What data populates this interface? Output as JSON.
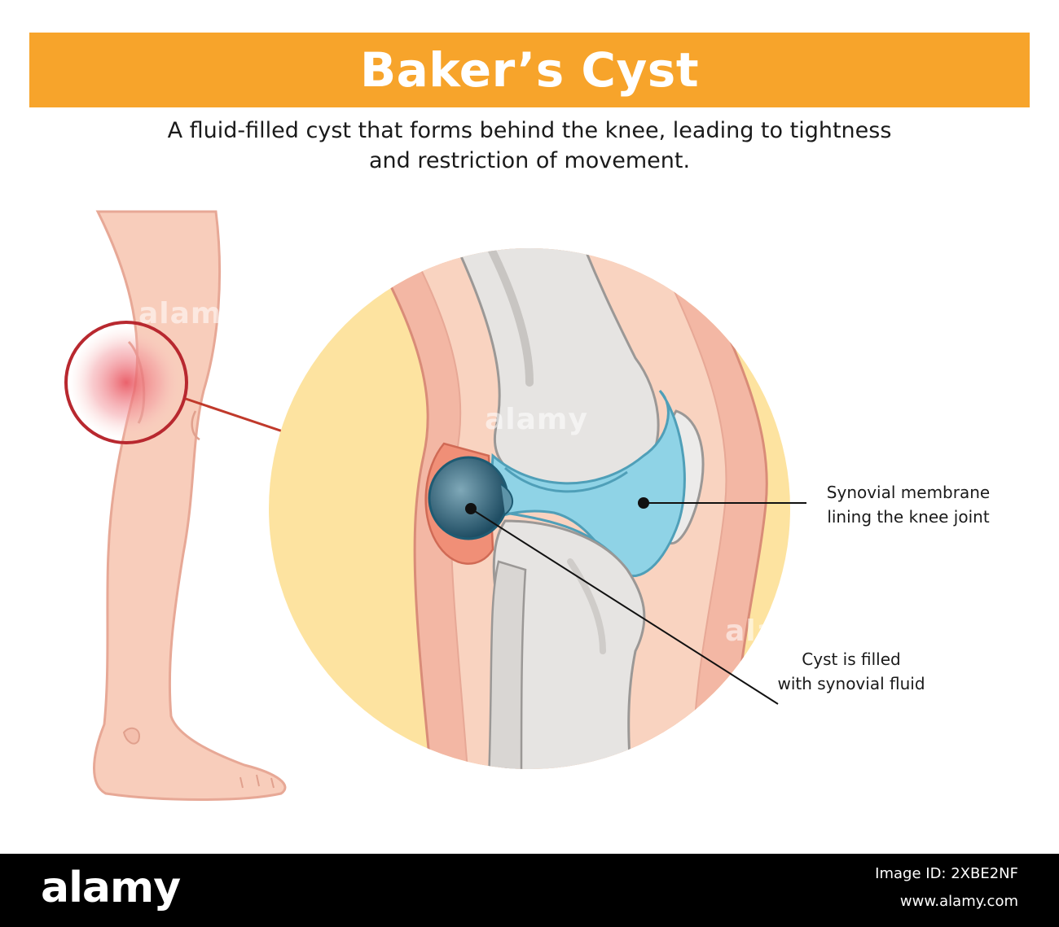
{
  "header": {
    "title": "Baker’s Cyst",
    "subtitle_line1": "A fluid-filled cyst that forms behind the knee, leading to tightness",
    "subtitle_line2": "and restriction of movement."
  },
  "labels": {
    "synovial_line1": "Synovial membrane",
    "synovial_line2": "lining the knee joint",
    "cyst_line1": "Cyst is filled",
    "cyst_line2": "with synovial fluid"
  },
  "watermarks": [
    "alamy",
    "alamy",
    "alamy"
  ],
  "footer": {
    "logo": "alamy",
    "image_id": "Image ID: 2XBE2NF",
    "url": "www.alamy.com"
  },
  "colors": {
    "title_bar": "#f7a42b",
    "highlight_circle": "#fde3a0",
    "skin": "#f9d3c0",
    "muscle": "#eda58f",
    "bone": "#e6e4e2",
    "cartilage": "#8fd3e6",
    "cyst": "#3b6f85",
    "pointer_line": "#c0392b"
  }
}
